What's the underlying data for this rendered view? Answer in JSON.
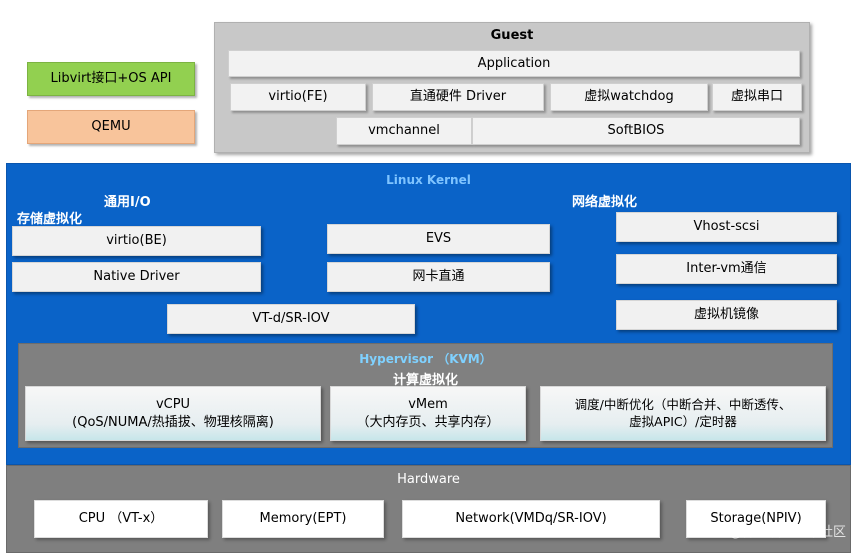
{
  "colors": {
    "kernel_blue": "#0a63c8",
    "hypervisor_gray": "#808080",
    "hardware_gray": "#7f7f7f",
    "guest_gray": "#c8c8c8",
    "libvirt_green": "#92d050",
    "qemu_orange": "#f8c49b"
  },
  "left_apps": {
    "libvirt": "Libvirt接口+OS API",
    "qemu": "QEMU"
  },
  "guest": {
    "title": "Guest",
    "application": "Application",
    "virtio_fe": "virtio(FE)",
    "passthrough_driver": "直通硬件 Driver",
    "virtual_watchdog": "虚拟watchdog",
    "virtual_serial": "虚拟串口",
    "vmchannel": "vmchannel",
    "softbios": "SoftBIOS"
  },
  "kernel": {
    "title": "Linux Kernel",
    "general_io": "通用I/O",
    "storage_virt": "存储虚拟化",
    "network_virt": "网络虚拟化",
    "virtio_be": "virtio(BE)",
    "native_driver": "Native Driver",
    "evs": "EVS",
    "nic_passthrough": "网卡直通",
    "vtd_sriov": "VT-d/SR-IOV",
    "vhost_scsi": "Vhost-scsi",
    "inter_vm": "Inter-vm通信",
    "vm_image": "虚拟机镜像"
  },
  "hypervisor": {
    "title": "Hypervisor （KVM）",
    "compute_virt": "计算虚拟化",
    "vcpu_line1": "vCPU",
    "vcpu_line2": "(QoS/NUMA/热插拔、物理核隔离)",
    "vmem_line1": "vMem",
    "vmem_line2": "（大内存页、共享内存）",
    "sched_line1": "调度/中断优化（中断合并、中断透传、",
    "sched_line2": "虚拟APIC）/定时器"
  },
  "hardware": {
    "title": "Hardware",
    "cpu": "CPU （VT-x）",
    "memory": "Memory(EPT)",
    "network": "Network(VMDq/SR-IOV)",
    "storage": "Storage(NPIV)"
  },
  "watermark": "@稀土掘金技术社区"
}
